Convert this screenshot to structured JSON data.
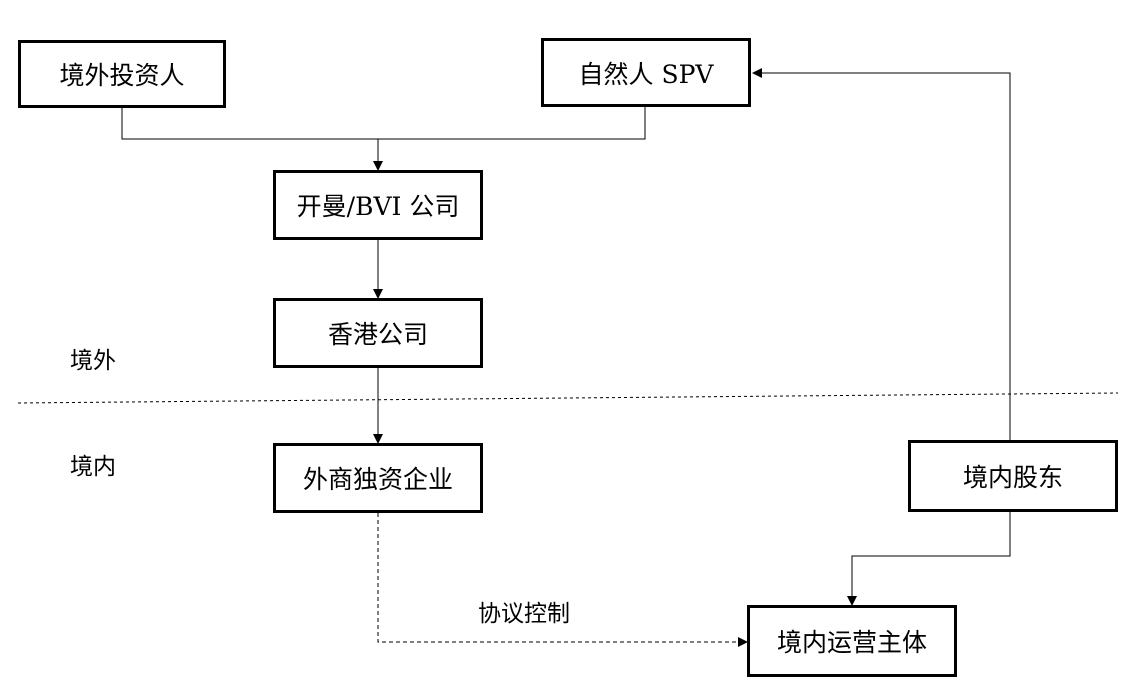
{
  "nodes": {
    "foreign_investor": "境外投资人",
    "natural_person_spv": "自然人 SPV",
    "cayman_bvi": "开曼/BVI 公司",
    "hk_company": "香港公司",
    "wfoe": "外商独资企业",
    "domestic_shareholder": "境内股东",
    "domestic_operating_entity": "境内运营主体"
  },
  "regions": {
    "offshore": "境外",
    "onshore": "境内"
  },
  "edge_labels": {
    "vie_control": "协议控制"
  },
  "colors": {
    "line": "#000000",
    "background": "#ffffff"
  }
}
